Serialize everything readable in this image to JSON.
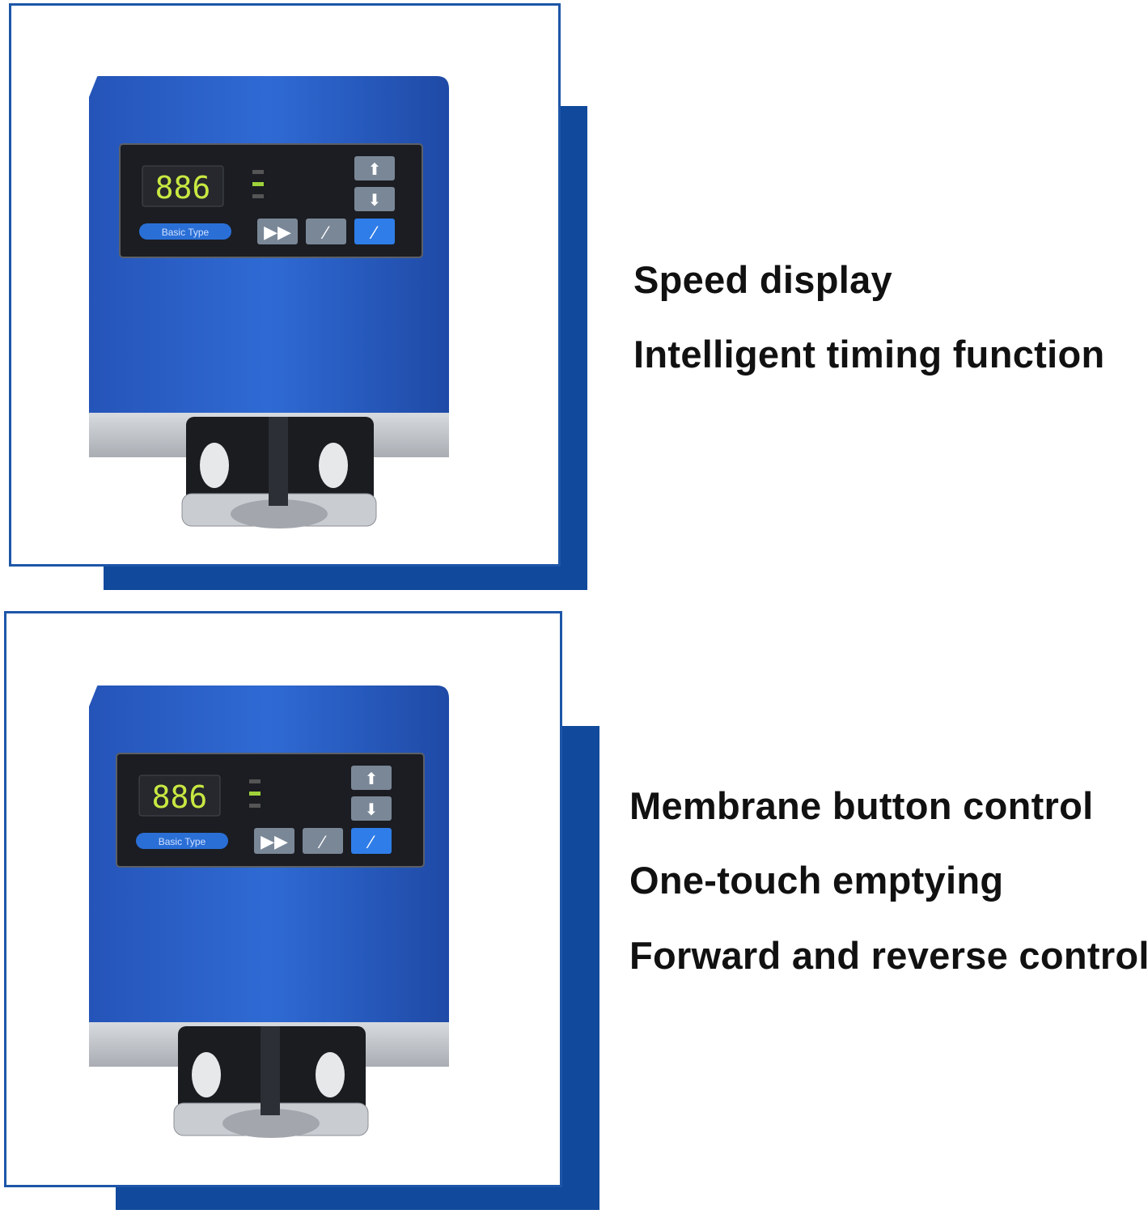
{
  "colors": {
    "accent_blue": "#114a9c",
    "frame_border": "#1d56a8",
    "pump_blue": "#2a63c9",
    "display_green": "#c8e842"
  },
  "panels": [
    {
      "features": [
        "Speed display",
        "Intelligent timing function"
      ],
      "device": {
        "display_value": "886",
        "label": "Basic Type"
      }
    },
    {
      "features": [
        "Membrane button control",
        "One-touch emptying",
        "Forward and reverse control"
      ],
      "device": {
        "display_value": "886",
        "label": "Basic Type"
      }
    }
  ]
}
